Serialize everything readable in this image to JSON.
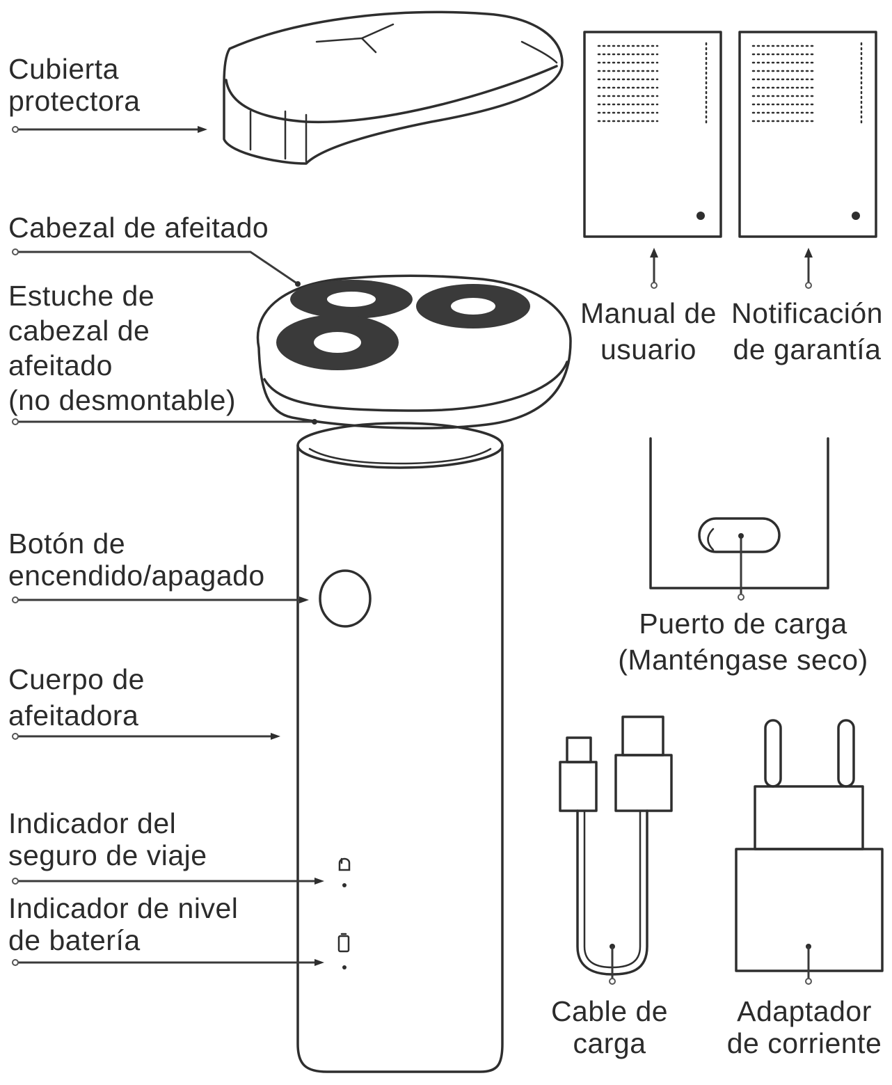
{
  "labels": {
    "protective_cover": [
      "Cubierta",
      "protectora"
    ],
    "shaving_head": [
      "Cabezal de afeitado"
    ],
    "head_case": [
      "Estuche de",
      "cabezal de",
      "afeitado",
      "(no desmontable)"
    ],
    "power_button": [
      "Botón de",
      "encendido/apagado"
    ],
    "shaver_body": [
      "Cuerpo de",
      "afeitadora"
    ],
    "travel_lock": [
      "Indicador del",
      "seguro de viaje"
    ],
    "battery_level": [
      "Indicador de nivel",
      "de batería"
    ],
    "user_manual": [
      "Manual de",
      "usuario"
    ],
    "warranty": [
      "Notificación",
      "de garantía"
    ],
    "charging_port": [
      "Puerto de carga",
      "(Manténgase seco)"
    ],
    "charging_cable": [
      "Cable de",
      "carga"
    ],
    "power_adapter": [
      "Adaptador",
      "de corriente"
    ]
  },
  "colors": {
    "line": "#2e2e2e",
    "text": "#2b2b2b",
    "background": "#ffffff"
  }
}
